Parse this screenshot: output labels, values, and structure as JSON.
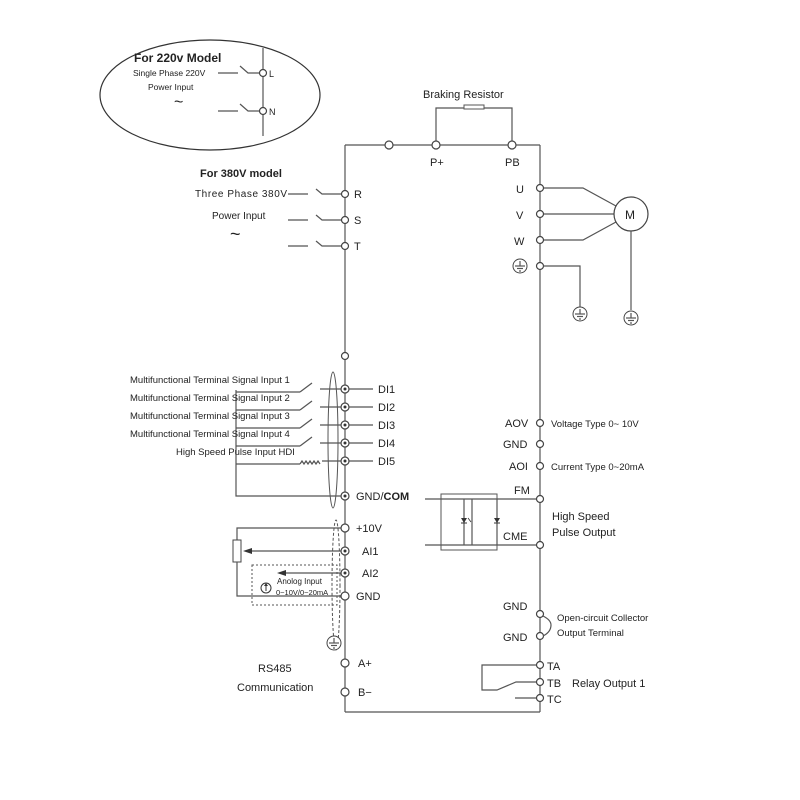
{
  "model220": {
    "title": "For 220v Model",
    "line1": "Single Phase 220V",
    "line2": "Power Input",
    "tilde": "~",
    "terminals": [
      "L",
      "N"
    ]
  },
  "braking": {
    "label": "Braking Resistor",
    "terminals": [
      "P+",
      "PB"
    ]
  },
  "model380": {
    "title": "For 380V model",
    "line1": "Three Phase 380V",
    "line2": "Power Input",
    "tilde": "~",
    "terminals": [
      "R",
      "S",
      "T"
    ]
  },
  "motor": {
    "label": "M",
    "terminals": [
      "U",
      "V",
      "W"
    ]
  },
  "digital_inputs": {
    "labels": [
      "Multifunctional Terminal Signal Input 1",
      "Multifunctional Terminal Signal Input 2",
      "Multifunctional Terminal Signal Input 3",
      "Multifunctional Terminal Signal Input 4",
      "High Speed Pulse Input HDI"
    ],
    "terminals": [
      "DI1",
      "DI2",
      "DI3",
      "DI4",
      "DI5"
    ],
    "common_a": "GND/",
    "common_b": "COM"
  },
  "analog_inputs": {
    "terminals": [
      "+10V",
      "AI1",
      "AI2",
      "GND"
    ],
    "box_line1": "Anolog Input",
    "box_line2": "0~10V/0~20mA"
  },
  "rs485": {
    "line1": "RS485",
    "line2": "Communication",
    "terminals": [
      "A+",
      "B−"
    ]
  },
  "analog_outputs": {
    "terminals": [
      "AOV",
      "GND",
      "AOI"
    ],
    "desc_voltage": "Voltage Type 0~ 10V",
    "desc_current": "Current Type 0~20mA"
  },
  "pulse_output": {
    "terminals": [
      "FM",
      "CME"
    ],
    "line1": "High Speed",
    "line2": "Pulse Output"
  },
  "open_collector": {
    "terminals": [
      "GND",
      "GND"
    ],
    "line1": "Open-circuit Collector",
    "line2": "Output Terminal"
  },
  "relay": {
    "terminals": [
      "TA",
      "TB",
      "TC"
    ],
    "label": "Relay Output 1"
  }
}
